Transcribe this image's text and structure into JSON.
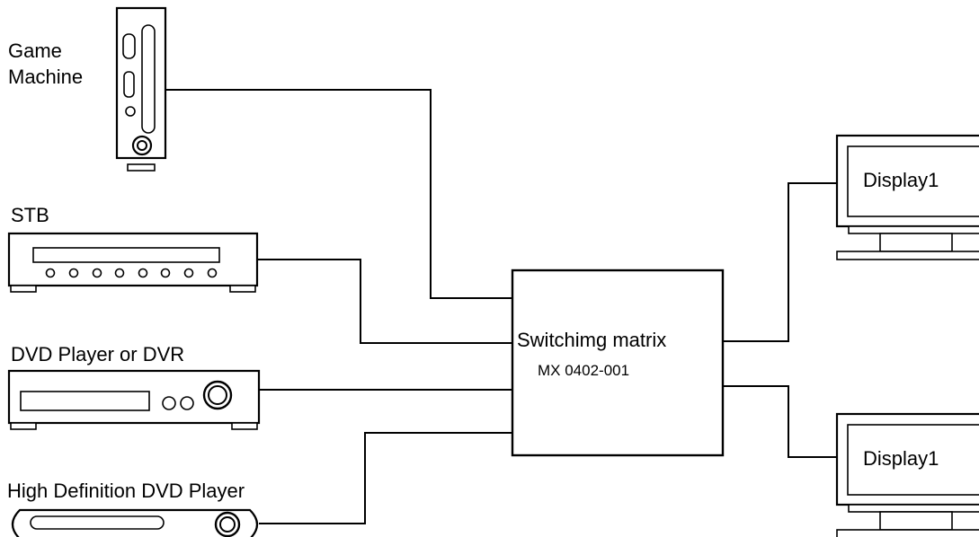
{
  "sources": {
    "game_machine": {
      "line1": "Game",
      "line2": "Machine"
    },
    "stb": {
      "label": "STB"
    },
    "dvd": {
      "label": "DVD Player or DVR"
    },
    "hd_dvd": {
      "label": "High Definition DVD Player"
    }
  },
  "matrix": {
    "title": "Switchimg matrix",
    "model": "MX 0402-001"
  },
  "displays": [
    {
      "label": "Display1"
    },
    {
      "label": "Display1"
    }
  ]
}
